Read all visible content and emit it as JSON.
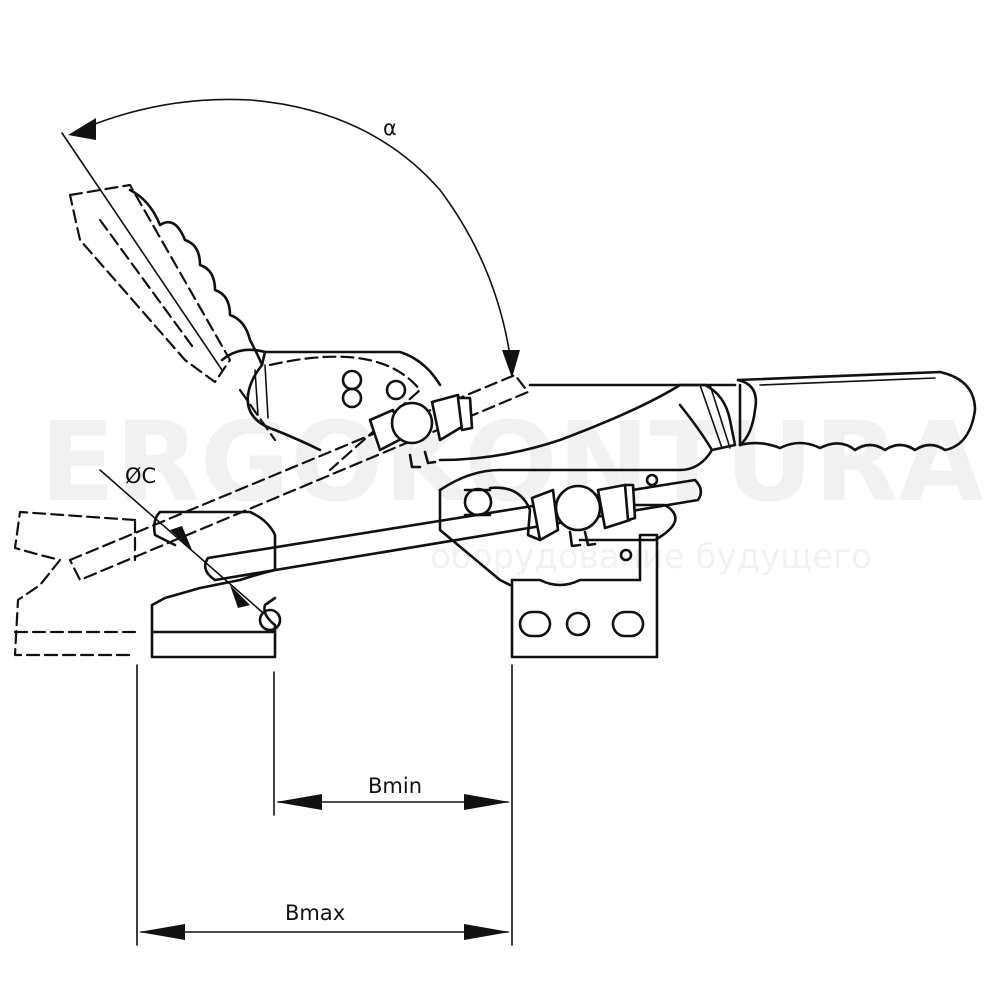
{
  "labels": {
    "angle": "α",
    "diameter": "ØC",
    "b_min": "Bmin",
    "b_max": "Bmax"
  },
  "watermark": {
    "brand": "ERGOKONTURA",
    "tagline": "оборудование будущего"
  },
  "colors": {
    "line": "#111111",
    "background": "#ffffff"
  }
}
